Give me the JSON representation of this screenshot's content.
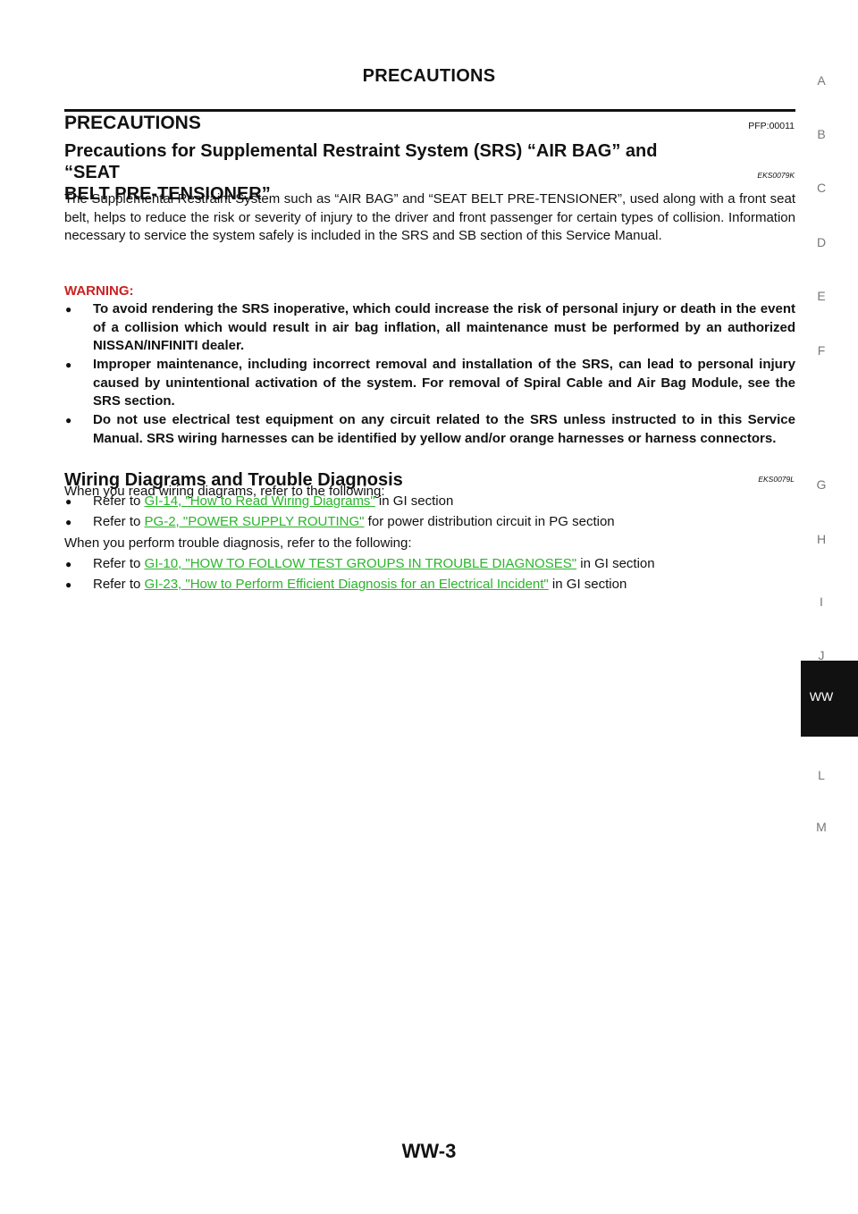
{
  "header": {
    "title": "PRECAUTIONS"
  },
  "section": {
    "title": "PRECAUTIONS",
    "code": "PFP:00011"
  },
  "srs": {
    "title_line1": "Precautions for Supplemental Restraint System (SRS) “AIR BAG” and “SEAT",
    "title_line2": "BELT PRE-TENSIONER”",
    "ref": "EKS0079K",
    "body": "The Supplemental Restraint System such as “AIR BAG” and “SEAT BELT PRE-TENSIONER”, used along with a front seat belt, helps to reduce the risk or severity of injury to the driver and front passenger for certain types of collision. Information necessary to service the system safely is included in the SRS and SB section of this Service Manual.",
    "warning_label": "WARNING:",
    "warnings": [
      "To avoid rendering the SRS inoperative, which could increase the risk of personal injury or death in the event of a collision which would result in air bag inflation, all maintenance must be performed by an authorized NISSAN/INFINITI dealer.",
      "Improper maintenance, including incorrect removal and installation of the SRS, can lead to personal injury caused by unintentional activation of the system. For removal of Spiral Cable and Air Bag Module, see the SRS section.",
      "Do not use electrical test equipment on any circuit related to the SRS unless instructed to in this Service Manual. SRS wiring harnesses can be identified by yellow and/or orange harnesses or harness connectors."
    ]
  },
  "wiring": {
    "title": "Wiring Diagrams and Trouble Diagnosis",
    "ref": "EKS0079L",
    "intro1": "When you read wiring diagrams, refer to the following:",
    "intro2": "When you perform trouble diagnosis, refer to the following:",
    "refs": [
      {
        "prefix": "Refer to ",
        "link": "GI-14, \"How to Read Wiring Diagrams\"",
        "suffix": " in GI section"
      },
      {
        "prefix": "Refer to ",
        "link": "PG-2, \"POWER SUPPLY ROUTING\"",
        "suffix": " for power distribution circuit in PG section"
      },
      {
        "prefix": "Refer to ",
        "link": "GI-10, \"HOW TO FOLLOW TEST GROUPS IN TROUBLE DIAGNOSES\"",
        "suffix": " in GI section"
      },
      {
        "prefix": "Refer to ",
        "link": "GI-23, \"How to Perform Efficient Diagnosis for an Electrical Incident\"",
        "suffix": " in GI section"
      }
    ]
  },
  "tabs": [
    "A",
    "B",
    "C",
    "D",
    "E",
    "F",
    "G",
    "H",
    "I",
    "J",
    "WW",
    "L",
    "M"
  ],
  "active_tab": "WW",
  "footer": {
    "page": "WW-3"
  }
}
